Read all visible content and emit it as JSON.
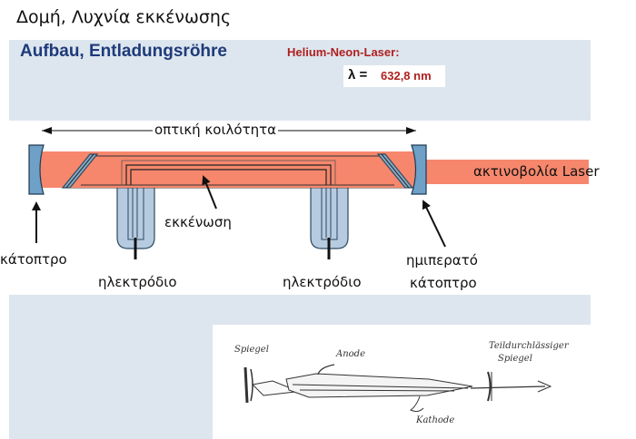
{
  "title": "Δομή, Λυχνία εκκένωσης",
  "subtitle": "Aufbau, Entladungsröhre",
  "laser_info": {
    "name": "Helium-Neon-Laser:",
    "lambda_symbol": "λ =",
    "lambda_value": "632,8 nm"
  },
  "diagram": {
    "optical_cavity_label": "οπτική κοιλότητα",
    "laser_radiation_label": "ακτινοβολία Laser",
    "discharge_label": "εκκένωση",
    "mirror_label": "κάτοπτρο",
    "electrode_label_left": "ηλεκτρόδιο",
    "electrode_label_right": "ηλεκτρόδιο",
    "semi_mirror_label_line1": "ημιπερατό",
    "semi_mirror_label_line2": "κάτοπτρο",
    "beam_color": "#f6876c",
    "mirror_color": "#6fa0c8"
  },
  "sketch": {
    "spiegel_label": "Spiegel",
    "anode_label": "Anode",
    "partial_mirror_label_line1": "Teildurchlässiger",
    "partial_mirror_label_line2": "Spiegel",
    "kathode_label": "Kathode"
  }
}
